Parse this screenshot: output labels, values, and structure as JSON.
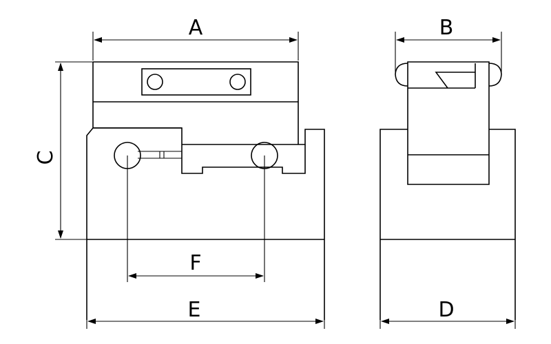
{
  "labels": {
    "A": "A",
    "B": "B",
    "C": "C",
    "D": "D",
    "E": "E",
    "F": "F"
  },
  "colors": {
    "line": "#000000",
    "background": "#ffffff"
  }
}
